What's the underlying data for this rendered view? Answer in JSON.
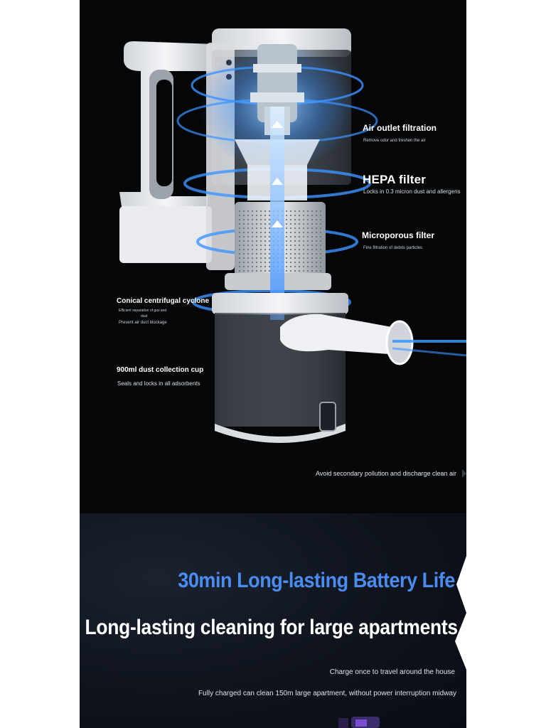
{
  "product_panel": {
    "callouts": {
      "air_outlet": {
        "title": "Air outlet filtration",
        "desc": "Remove odor and freshen the air"
      },
      "hepa": {
        "title": "HEPA filter",
        "desc": "Locks in 0.3 micron dust and allergens"
      },
      "microporous": {
        "title": "Microporous filter",
        "desc": "Fine filtration of debris particles"
      },
      "cyclone": {
        "title": "Conical centrifugal cyclone",
        "desc_line1": "Efficient separation of gas and",
        "desc_line2": "dust",
        "desc_line3": "Prevent air duct blockage"
      },
      "dust_cup": {
        "title": "900ml dust collection cup",
        "desc": "Seals and locks in all adsorbents"
      },
      "pollution": {
        "text": "Avoid secondary pollution and discharge clean air"
      }
    }
  },
  "battery_panel": {
    "headline": "30min Long-lasting Battery Life",
    "subheadline": "Long-lasting cleaning for large apartments",
    "line1": "Charge once to travel around the house",
    "line2": "Fully charged can clean 150m large apartment, without power interruption midway"
  },
  "colors": {
    "accent_blue": "#4a8cf0",
    "glow_blue": "#2f8cff",
    "background_dark": "#050608"
  }
}
